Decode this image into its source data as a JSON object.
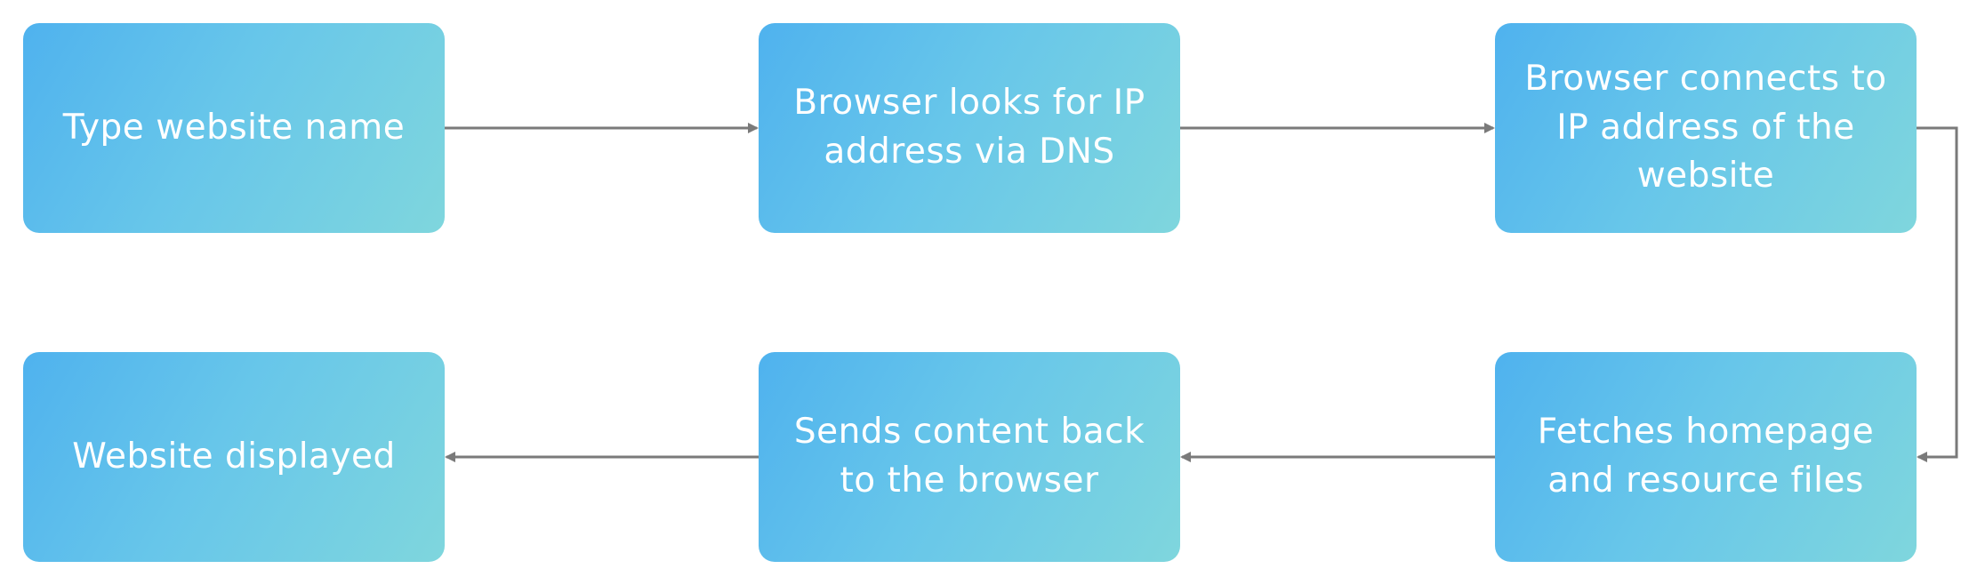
{
  "diagram": {
    "steps": [
      {
        "label": "Type website name"
      },
      {
        "label": "Browser looks for IP address via DNS"
      },
      {
        "label": "Browser connects to IP address of the website"
      },
      {
        "label": "Fetches homepage and resource files"
      },
      {
        "label": "Sends content back to the browser"
      },
      {
        "label": "Website displayed"
      }
    ]
  },
  "colors": {
    "box_start": "#4fb2ee",
    "box_end": "#7fd6dd",
    "text": "#ffffff",
    "arrow": "#7a7a7a"
  }
}
